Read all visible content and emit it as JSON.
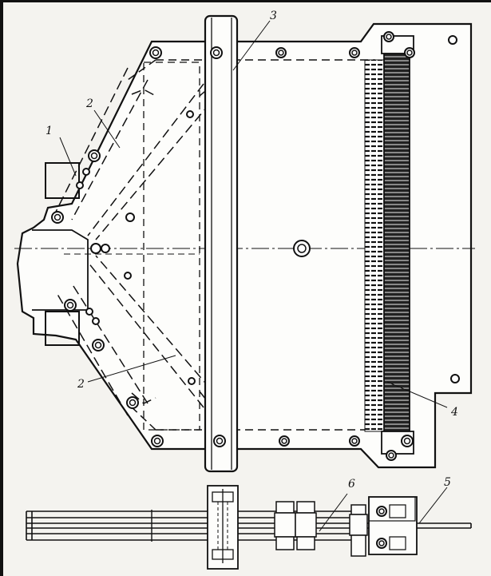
{
  "figure": {
    "callouts": [
      "1",
      "2",
      "3",
      "4",
      "2",
      "5",
      "6"
    ]
  },
  "colors": {
    "ink": "#111111",
    "paper": "#f4f3ef"
  }
}
